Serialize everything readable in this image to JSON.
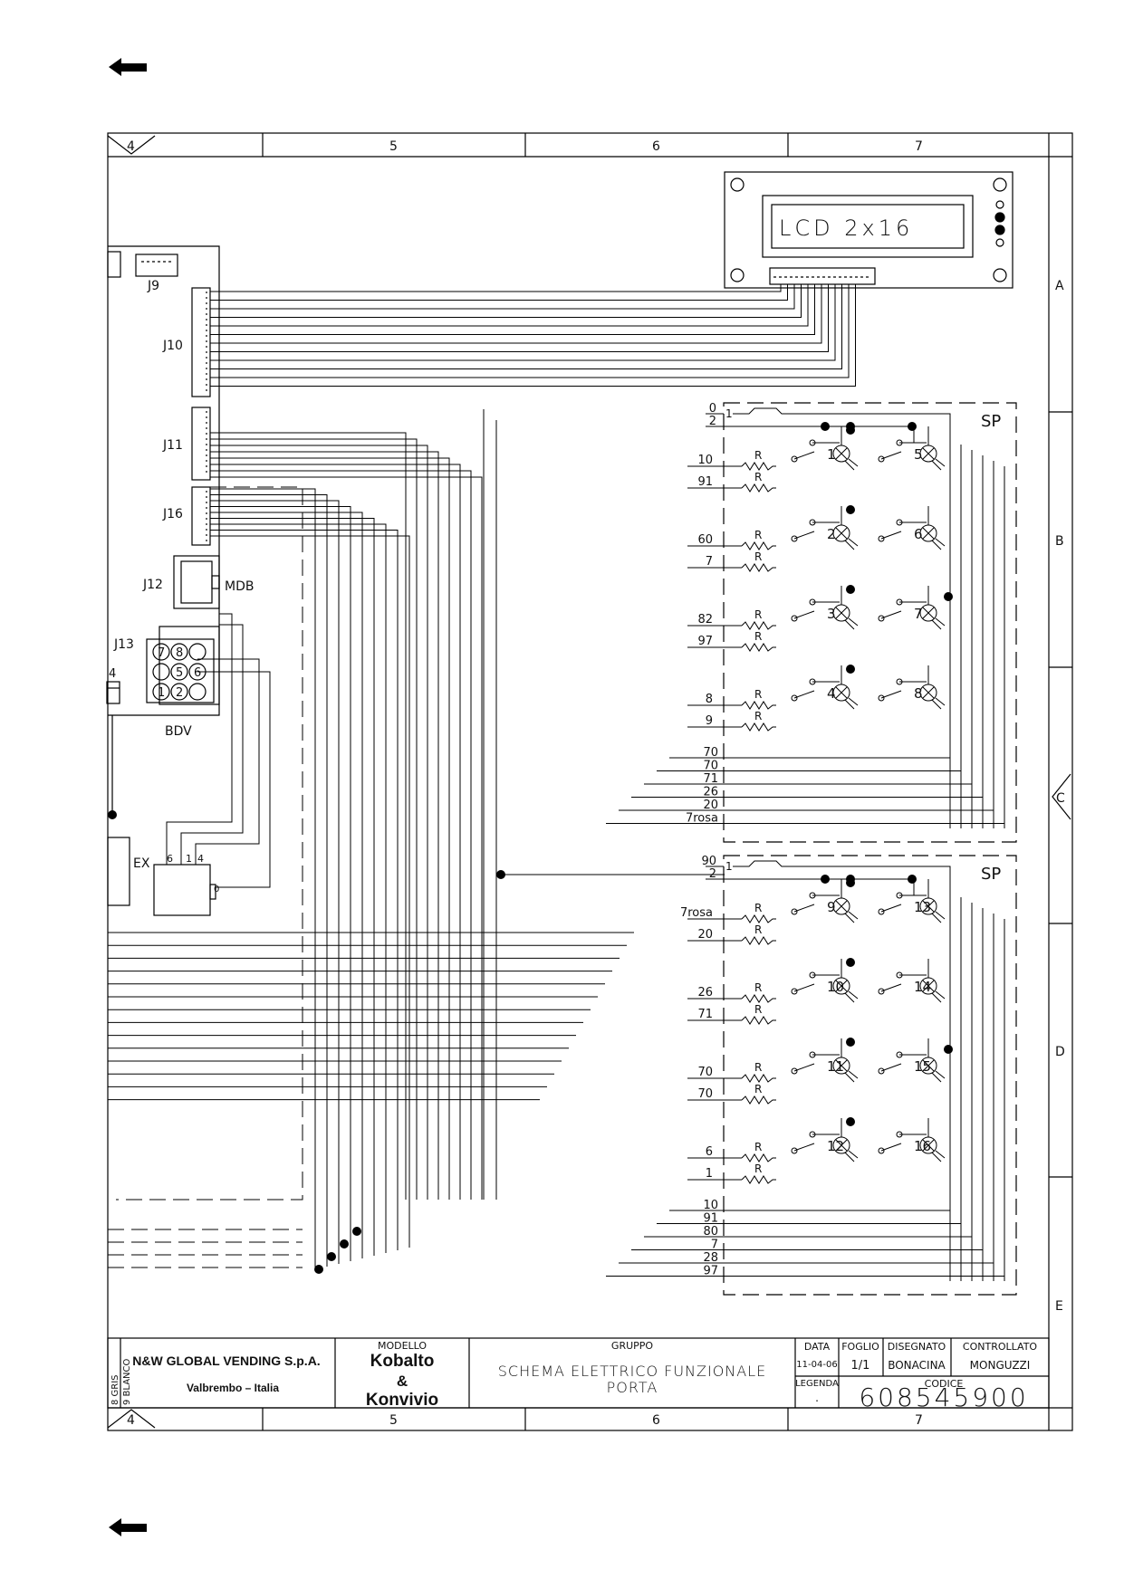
{
  "nav": {
    "prev_arrow": "←"
  },
  "frame": {
    "columns_top": [
      "4",
      "5",
      "6",
      "7"
    ],
    "columns_bottom": [
      "4",
      "5",
      "6",
      "7"
    ],
    "rows": [
      "A",
      "B",
      "C",
      "D",
      "E"
    ]
  },
  "components": {
    "lcd": "LCD 2x16",
    "connectors": {
      "j9": "J9",
      "j10": "J10",
      "j11": "J11",
      "j16": "J16",
      "j12": "J12",
      "mdb": "MDB",
      "j13": "J13",
      "bdv": "BDV",
      "ex": "EX"
    },
    "j13_pins": [
      "7",
      "8",
      "5",
      "6",
      "1",
      "2"
    ],
    "j13_side": "4",
    "ex_pins": [
      "6",
      "1",
      "4"
    ],
    "ex_side": "0"
  },
  "panels": [
    {
      "label": "SP",
      "top_wires": [
        "0",
        "2"
      ],
      "row_wires": [
        [
          "10",
          "91"
        ],
        [
          "60",
          "7"
        ],
        [
          "82",
          "97"
        ],
        [
          "8",
          "9"
        ]
      ],
      "bottom_wires": [
        "70",
        "70",
        "71",
        "26",
        "20",
        "7rosa"
      ],
      "switches": [
        "1",
        "5",
        "2",
        "6",
        "3",
        "7",
        "4",
        "8"
      ]
    },
    {
      "label": "SP",
      "top_wires": [
        "90",
        "2"
      ],
      "row_wires": [
        [
          "7rosa",
          "20"
        ],
        [
          "26",
          "71"
        ],
        [
          "70",
          "70"
        ],
        [
          "6",
          "1"
        ]
      ],
      "bottom_wires": [
        "10",
        "91",
        "80",
        "7",
        "28",
        "97"
      ],
      "switches": [
        "9",
        "13",
        "10",
        "14",
        "11",
        "15",
        "12",
        "16"
      ]
    }
  ],
  "resistor_label": "R",
  "title_block": {
    "side_labels": [
      "8 GRIS",
      "9 BLANCO"
    ],
    "company": "N&W GLOBAL VENDING S.p.A.",
    "location": "Valbrembo – Italia",
    "modello_label": "MODELLO",
    "modello_line1": "Kobalto",
    "modello_line2": "&",
    "modello_line3": "Konvivio",
    "gruppo_label": "GRUPPO",
    "gruppo_line1": "SCHEMA ELETTRICO FUNZIONALE",
    "gruppo_line2": "PORTA",
    "data_label": "DATA",
    "data_value": "11-04-06",
    "foglio_label": "FOGLIO",
    "foglio_value": "1/1",
    "disegnato_label": "DISEGNATO",
    "disegnato_value": "BONACINA",
    "controllato_label": "CONTROLLATO",
    "controllato_value": "MONGUZZI",
    "legenda_label": "LEGENDA",
    "legenda_value": ".",
    "codice_label": "CODICE",
    "codice_value": "608545900"
  }
}
